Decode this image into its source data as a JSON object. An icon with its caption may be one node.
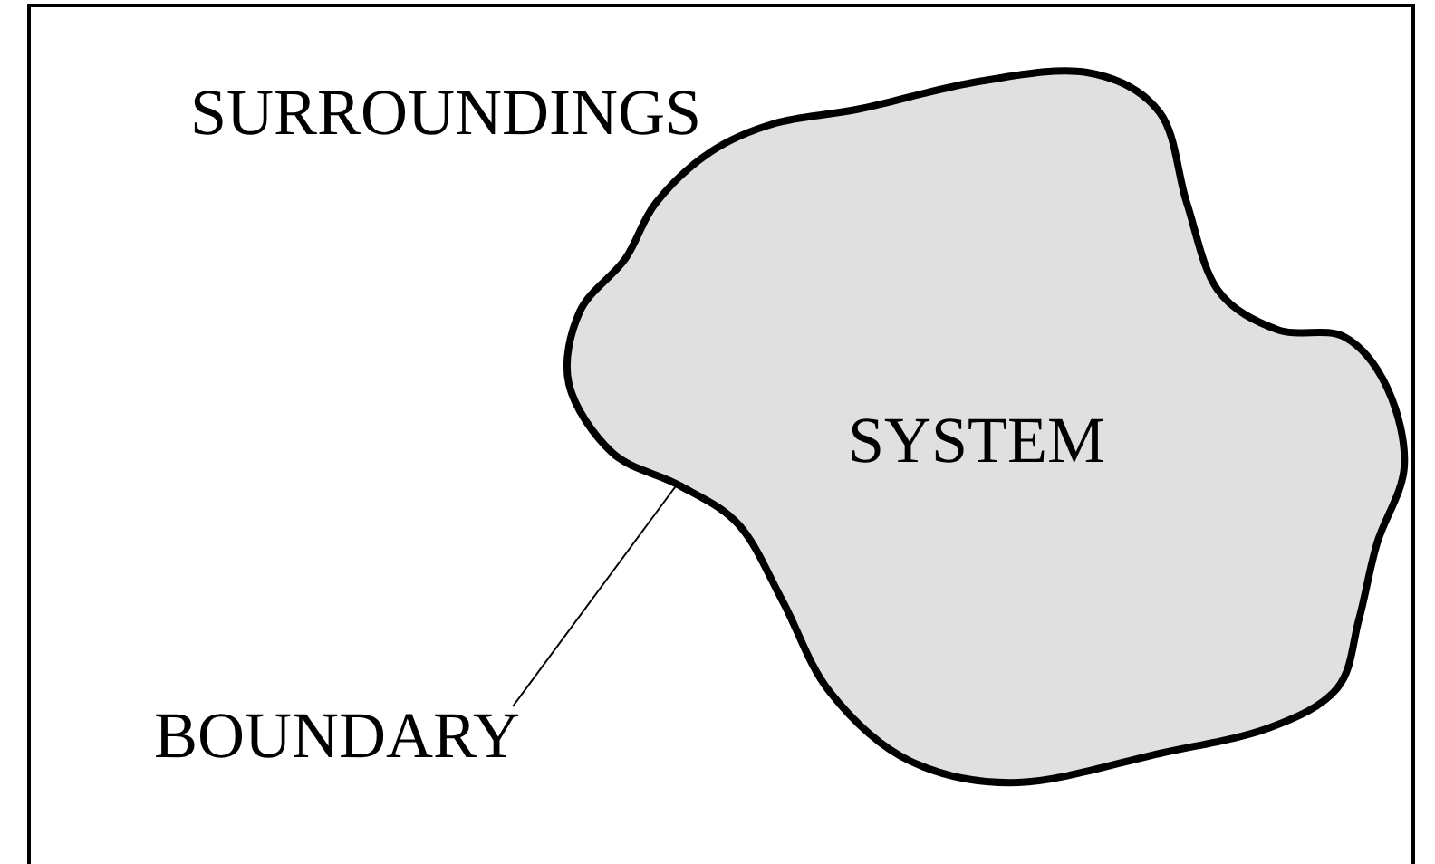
{
  "diagram": {
    "nodes": [
      {
        "text": [
          "SYSTEM"
        ]
      },
      {
        "text": [
          "BOUNDARY"
        ]
      }
    ],
    "edges": [
      {
        "from": 1,
        "to": 0,
        "arrow": "none"
      }
    ],
    "labels": [
      "SURROUNDINGS"
    ]
  }
}
